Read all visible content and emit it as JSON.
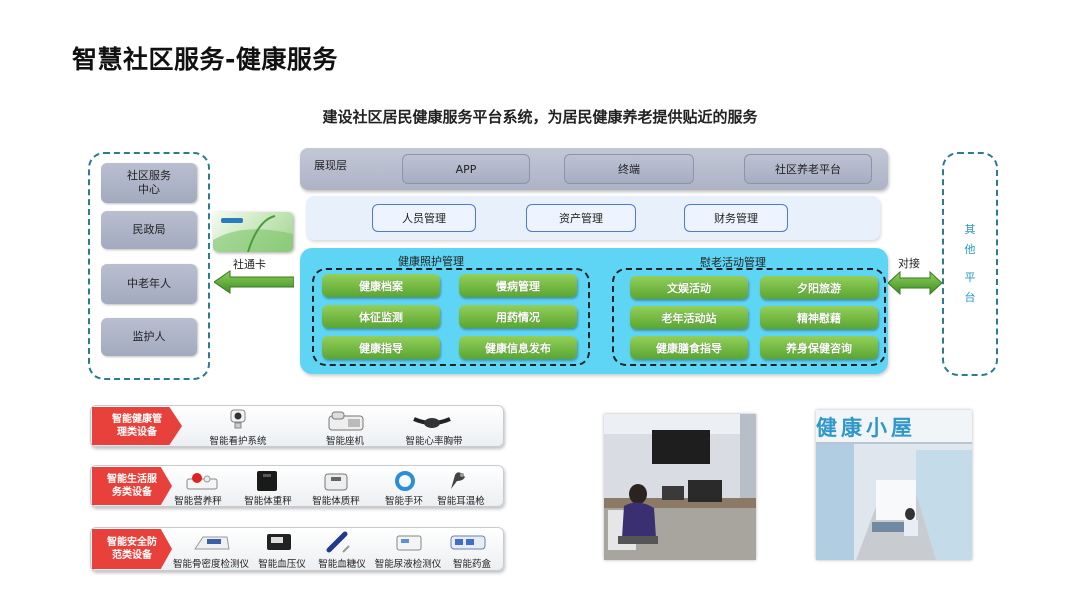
{
  "page_title": "智慧社区服务-健康服务",
  "subtitle": "建设社区居民健康服务平台系统，为居民健康养老提供贴近的服务",
  "left_panel": {
    "items": [
      "社区服务\n中心",
      "民政局",
      "中老年人",
      "监护人"
    ]
  },
  "card_label": "社通卡",
  "connect_label": "对接",
  "right_panel_text": [
    "其",
    "他",
    "平",
    "台"
  ],
  "display_layer": {
    "label": "展现层",
    "items": [
      "APP",
      "终端",
      "社区养老平台"
    ]
  },
  "management_layer": {
    "items": [
      "人员管理",
      "资产管理",
      "财务管理"
    ]
  },
  "health_care": {
    "label": "健康照护管理",
    "items": [
      "健康档案",
      "慢病管理",
      "体征监测",
      "用药情况",
      "健康指导",
      "健康信息发布"
    ]
  },
  "elderly_activity": {
    "label": "慰老活动管理",
    "items": [
      "文娱活动",
      "夕阳旅游",
      "老年活动站",
      "精神慰藉",
      "健康膳食指导",
      "养身保健咨询"
    ]
  },
  "device_rows": [
    {
      "tag": "智能健康管\n理类设备",
      "devices": [
        "智能看护系统",
        "智能座机",
        "智能心率胸带"
      ]
    },
    {
      "tag": "智能生活服\n务类设备",
      "devices": [
        "智能营养秤",
        "智能体重秤",
        "智能体质秤",
        "智能手环",
        "智能耳温枪"
      ]
    },
    {
      "tag": "智能安全防\n范类设备",
      "devices": [
        "智能骨密度检测仪",
        "智能血压仪",
        "智能血糖仪",
        "智能尿液检测仪",
        "智能药盒"
      ]
    }
  ],
  "photo2_sign": "健康小屋",
  "colors": {
    "accent_green": "#5aa532",
    "panel_cyan": "#5fd5f5",
    "tag_red": "#e8413b",
    "dashed_teal": "#2a7d8c"
  }
}
